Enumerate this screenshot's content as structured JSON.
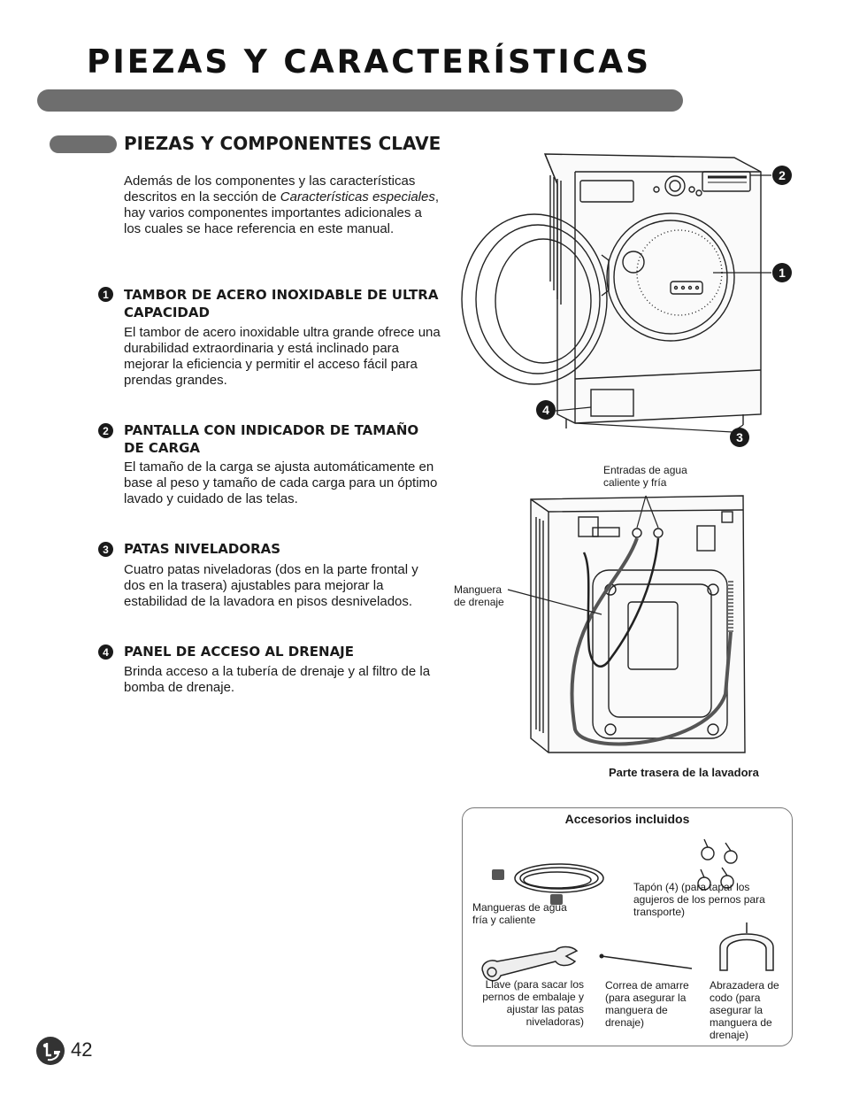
{
  "page": {
    "title": "PIEZAS Y CARACTERÍSTICAS",
    "page_number": "42"
  },
  "section": {
    "title": "PIEZAS Y COMPONENTES CLAVE",
    "intro_part1": "Además de los componentes y las características descritos en la sección de ",
    "intro_italic": "Características especiales",
    "intro_part2": ", hay varios componentes importantes adicionales a los cuales se hace referencia en este manual."
  },
  "items": [
    {
      "num": "1",
      "heading": "TAMBOR DE ACERO INOXIDABLE DE ULTRA CAPACIDAD",
      "body": "El tambor de acero inoxidable ultra grande ofrece una durabilidad extraordinaria y está inclinado para mejorar la eficiencia y permitir el acceso fácil para prendas grandes."
    },
    {
      "num": "2",
      "heading": "PANTALLA CON INDICADOR DE TAMAÑO DE CARGA",
      "body": "El tamaño de la carga se ajusta automáticamente en base al peso y tamaño de cada carga para un óptimo lavado y cuidado de las telas."
    },
    {
      "num": "3",
      "heading": "PATAS NIVELADORAS",
      "body": "Cuatro patas niveladoras (dos en la parte frontal y dos en la trasera) ajustables para mejorar la estabilidad de la lavadora en pisos desnivelados."
    },
    {
      "num": "4",
      "heading": "PANEL DE ACCESO AL DRENAJE",
      "body": "Brinda acceso a la tubería de drenaje y al filtro de la bomba de drenaje."
    }
  ],
  "front_callouts": [
    "2",
    "1",
    "4",
    "3"
  ],
  "rear_figure": {
    "water_inlets_label": "Entradas de agua caliente y fría",
    "drain_hose_label": "Manguera de drenaje",
    "caption": "Parte trasera de la lavadora"
  },
  "accessories": {
    "title": "Accesorios incluidos",
    "hoses": "Mangueras de agua fría y caliente",
    "caps": "Tapón (4) (para tapar los agujeros de los pernos para transporte)",
    "wrench": "Llave (para sacar los pernos de embalaje y ajustar las patas niveladoras)",
    "tie": "Correa de amarre (para asegurar la manguera de drenaje)",
    "elbow": "Abrazadera de codo (para asegurar la manguera de drenaje)"
  },
  "logo": "LG"
}
